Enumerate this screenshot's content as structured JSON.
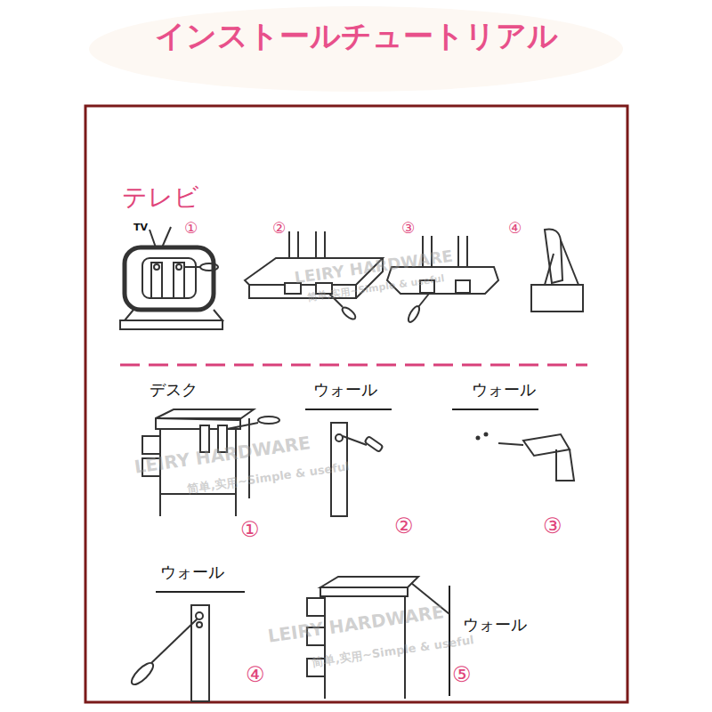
{
  "diagram": {
    "title": "インストールチュートリアル",
    "labels": [
      "テレビ",
      "TV",
      "①",
      "②",
      "③",
      "④",
      "デスク",
      "ウォール",
      "ウォール",
      "①",
      "②",
      "③",
      "ウォール",
      "ウォール",
      "④",
      "⑤",
      "LEIRY HARDWARE",
      "简单,实用~Simple & useful",
      "LEIRY HARDWARE",
      "简单,实用~Simple & useful",
      "LEIRY HARDWARE",
      "简单,实用~Simple & useful"
    ]
  }
}
